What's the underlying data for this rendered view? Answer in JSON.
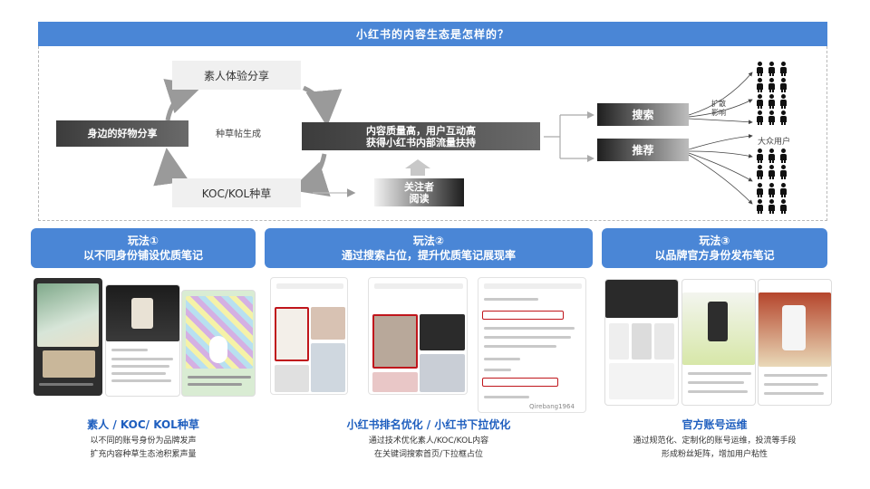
{
  "title": "小红书的内容生态是怎样的？",
  "ecosystem": {
    "amateur_share": "素人体验分享",
    "good_stuff": "身边的好物分享",
    "grass_generate": "种草帖生成",
    "koc_kol": "KOC/KOL种草",
    "quality_line1": "内容质量高，用户互动高",
    "quality_line2": "获得小红书内部流量扶持",
    "followers_line1": "关注者",
    "followers_line2": "阅读",
    "search": "搜索",
    "recommend": "推荐",
    "spread_line1": "扩散",
    "spread_line2": "影响",
    "mass_users": "大众用户"
  },
  "plays": [
    {
      "head_line1": "玩法①",
      "head_line2": "以不同身份铺设优质笔记",
      "caption_title": "素人 / KOC/ KOL种草",
      "caption_line1": "以不同的账号身份为品牌发声",
      "caption_line2": "扩充内容种草生态池积累声量"
    },
    {
      "head_line1": "玩法②",
      "head_line2": "通过搜索占位，提升优质笔记展现率",
      "caption_title": "小红书排名优化 / 小红书下拉优化",
      "caption_line1": "通过技术优化素人/KOC/KOL内容",
      "caption_line2": "在关键词搜索首页/下拉框占位"
    },
    {
      "head_line1": "玩法③",
      "head_line2": "以品牌官方身份发布笔记",
      "caption_title": "官方账号运维",
      "caption_line1": "通过规范化、定制化的账号运维，投流等手段",
      "caption_line2": "形成粉丝矩阵，增加用户粘性"
    }
  ],
  "screenshot_text": {
    "watermark": "Qirebang1964"
  }
}
